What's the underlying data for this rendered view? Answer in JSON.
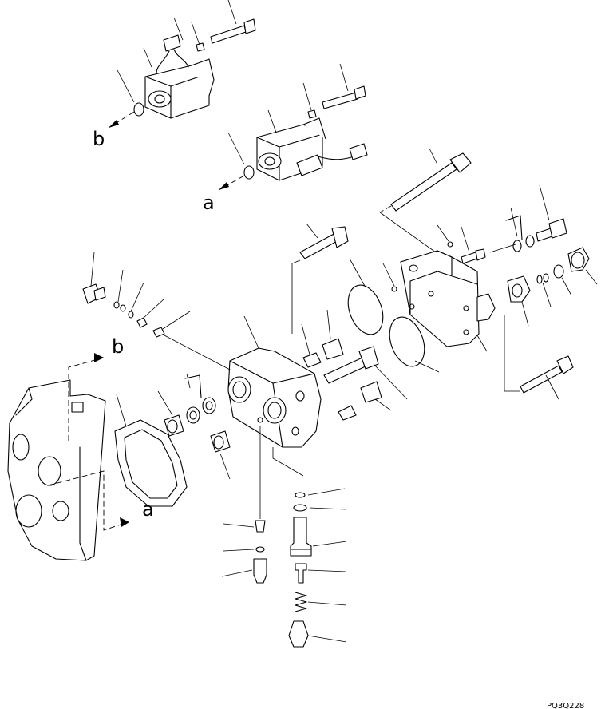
{
  "callouts": {
    "a_top": "a",
    "b_top": "b",
    "b_side": "b",
    "a_side": "a"
  },
  "drawing_code": "PQ3Q228"
}
